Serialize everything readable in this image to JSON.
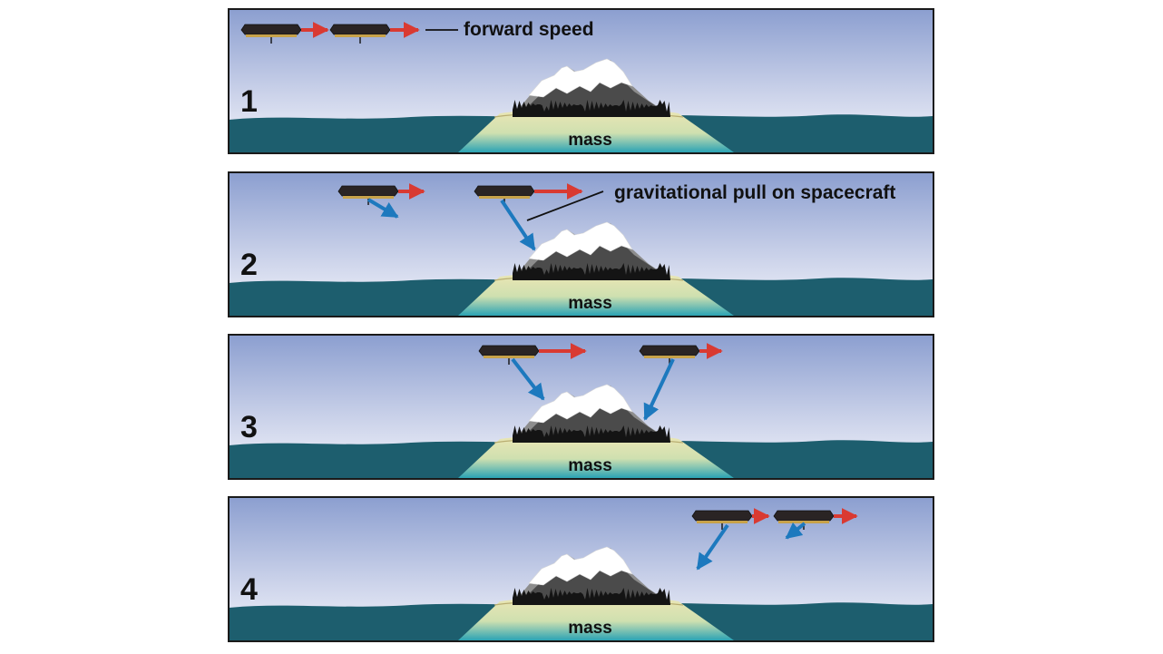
{
  "labels": {
    "forward_speed": "forward speed",
    "gravitational_pull": "gravitational pull on spacecraft",
    "mass": "mass"
  },
  "panels": [
    {
      "number": "1"
    },
    {
      "number": "2"
    },
    {
      "number": "3"
    },
    {
      "number": "4"
    }
  ],
  "colors": {
    "sky_top": "#8c9fd0",
    "sky_bottom": "#f4f5fb",
    "sea": "#1d5e6e",
    "island_sand": "#ece6b4",
    "island_shallow": "#2ba3b4",
    "forward_arrow": "#d93a32",
    "gravity_arrow": "#1d79be",
    "spacecraft": "#2a2424",
    "spacecraft_base": "#c7a24a"
  }
}
